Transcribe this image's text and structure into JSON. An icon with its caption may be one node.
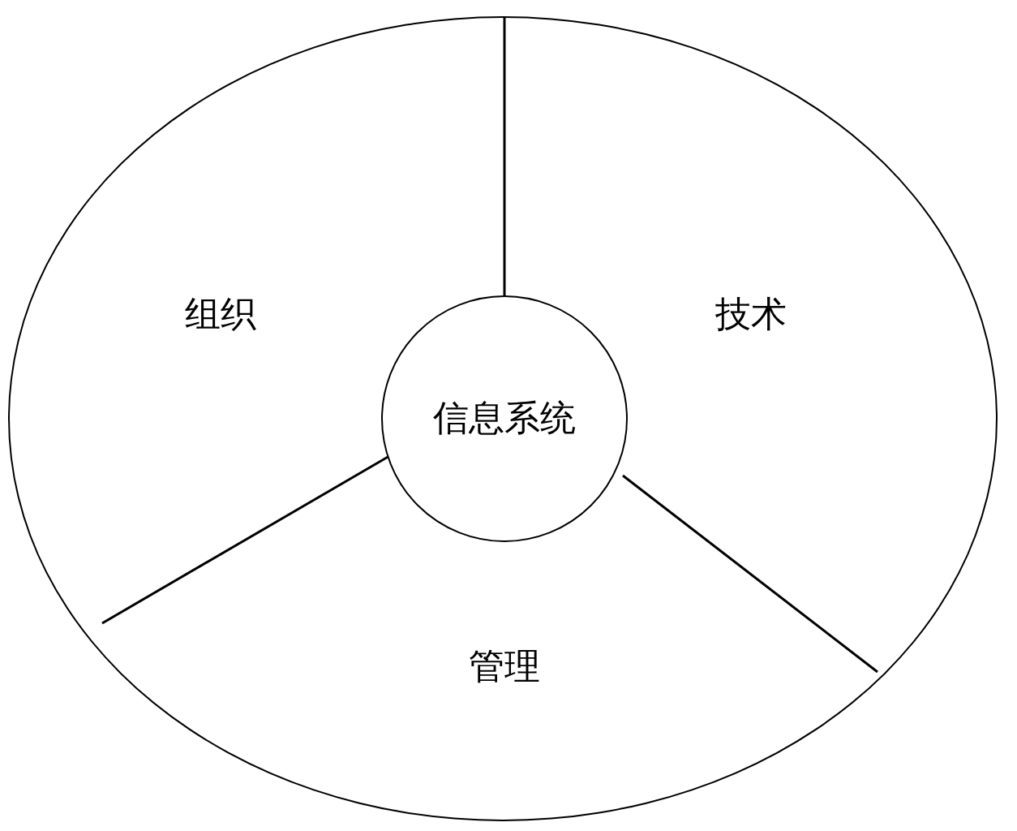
{
  "diagram": {
    "nodes": [
      {
        "text": [],
        "shape": "circle"
      },
      {
        "text": [
          "组织"
        ],
        "in": 0
      },
      {
        "text": [
          "技术"
        ],
        "in": 0
      },
      {
        "text": [
          "信息系统"
        ],
        "in": 0
      },
      {
        "text": [
          "管理"
        ],
        "in": 0
      }
    ]
  }
}
